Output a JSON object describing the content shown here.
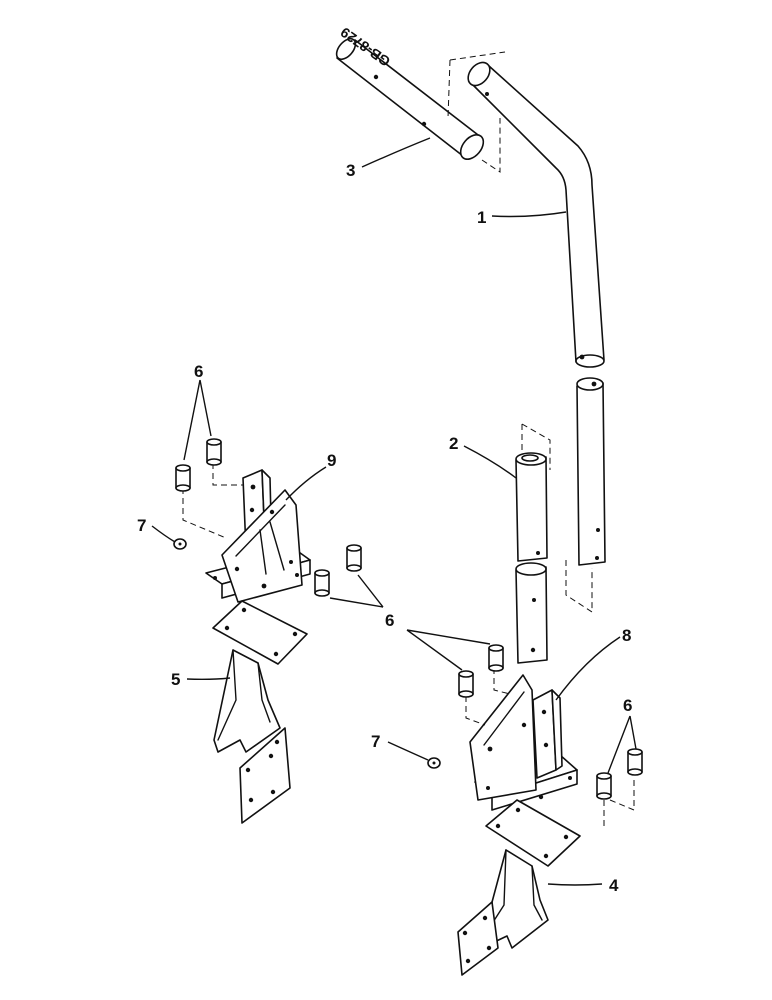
{
  "drawing_number": "GB-8729",
  "callouts": {
    "c1": "1",
    "c2": "2",
    "c3": "3",
    "c4": "4",
    "c5": "5",
    "c6": "6",
    "c7": "7",
    "c8": "8",
    "c9": "9"
  }
}
